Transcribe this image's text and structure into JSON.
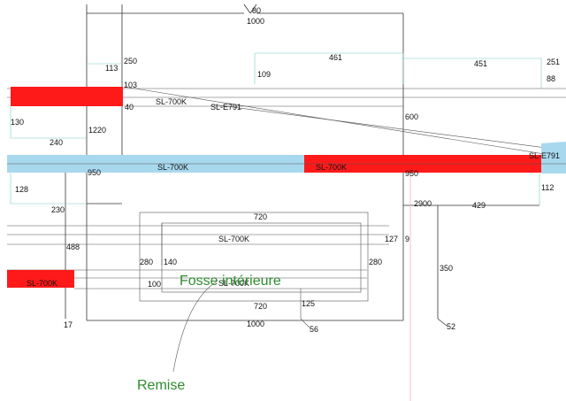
{
  "colors": {
    "red_track": "#ff1a1a",
    "blue_track": "#a8d8ee",
    "green_label": "#2e8b2e",
    "guide_cyan": "#7fc8c8"
  },
  "labels": {
    "fosse": "Fosse intérieure",
    "remise": "Remise",
    "track_top_sl700k": "SL-700K",
    "track_top_sle791": "SL-E791",
    "track_mid_sl700k_blue": "SL-700K",
    "track_mid_sl700k_red": "SL-700K",
    "track_mid_sle791": "SL-E791",
    "track_pit_sl700k": "SL-700K",
    "track_pit_sl700k_lower": "SL-700K",
    "track_left_sl700k": "SL-700K"
  },
  "dims": {
    "d80": "80",
    "d1000_top": "1000",
    "d461": "461",
    "d451": "451",
    "d251": "251",
    "d88": "88",
    "d250": "250",
    "d113": "113",
    "d109": "109",
    "d103": "103",
    "d40": "40",
    "d130": "130",
    "d240": "240",
    "d1220": "1220",
    "d600": "600",
    "d950_left": "950",
    "d950_right": "950",
    "d128": "128",
    "d230": "230",
    "d112": "112",
    "d2900": "2900",
    "d429": "429",
    "d720_top": "720",
    "d127": "127",
    "d9": "9",
    "d488": "488",
    "d280_left": "280",
    "d140": "140",
    "d280_right": "280",
    "d350": "350",
    "d100": "100",
    "d125": "125",
    "d720_bottom": "720",
    "d1000_bottom": "1000",
    "d56": "56",
    "d52": "52",
    "d17": "17"
  }
}
